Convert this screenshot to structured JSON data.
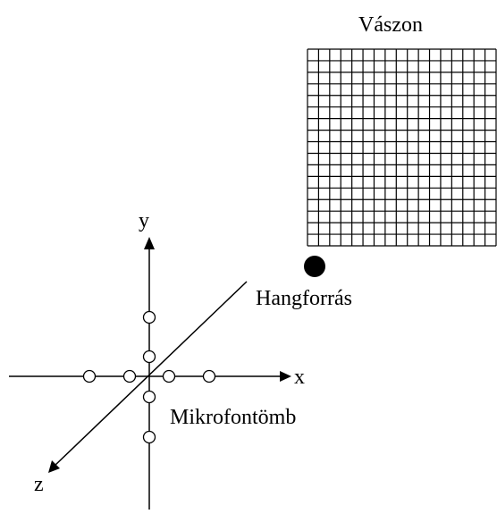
{
  "labels": {
    "canvas": "Vászon",
    "sound_source": "Hangforrás",
    "mic_array": "Mikrofontömb",
    "axis_x": "x",
    "axis_y": "y",
    "axis_z": "z"
  },
  "grid": {
    "columns": 17,
    "rows": 17
  },
  "microphones": {
    "count": 8
  },
  "colors": {
    "line": "#000000",
    "background": "#ffffff"
  }
}
